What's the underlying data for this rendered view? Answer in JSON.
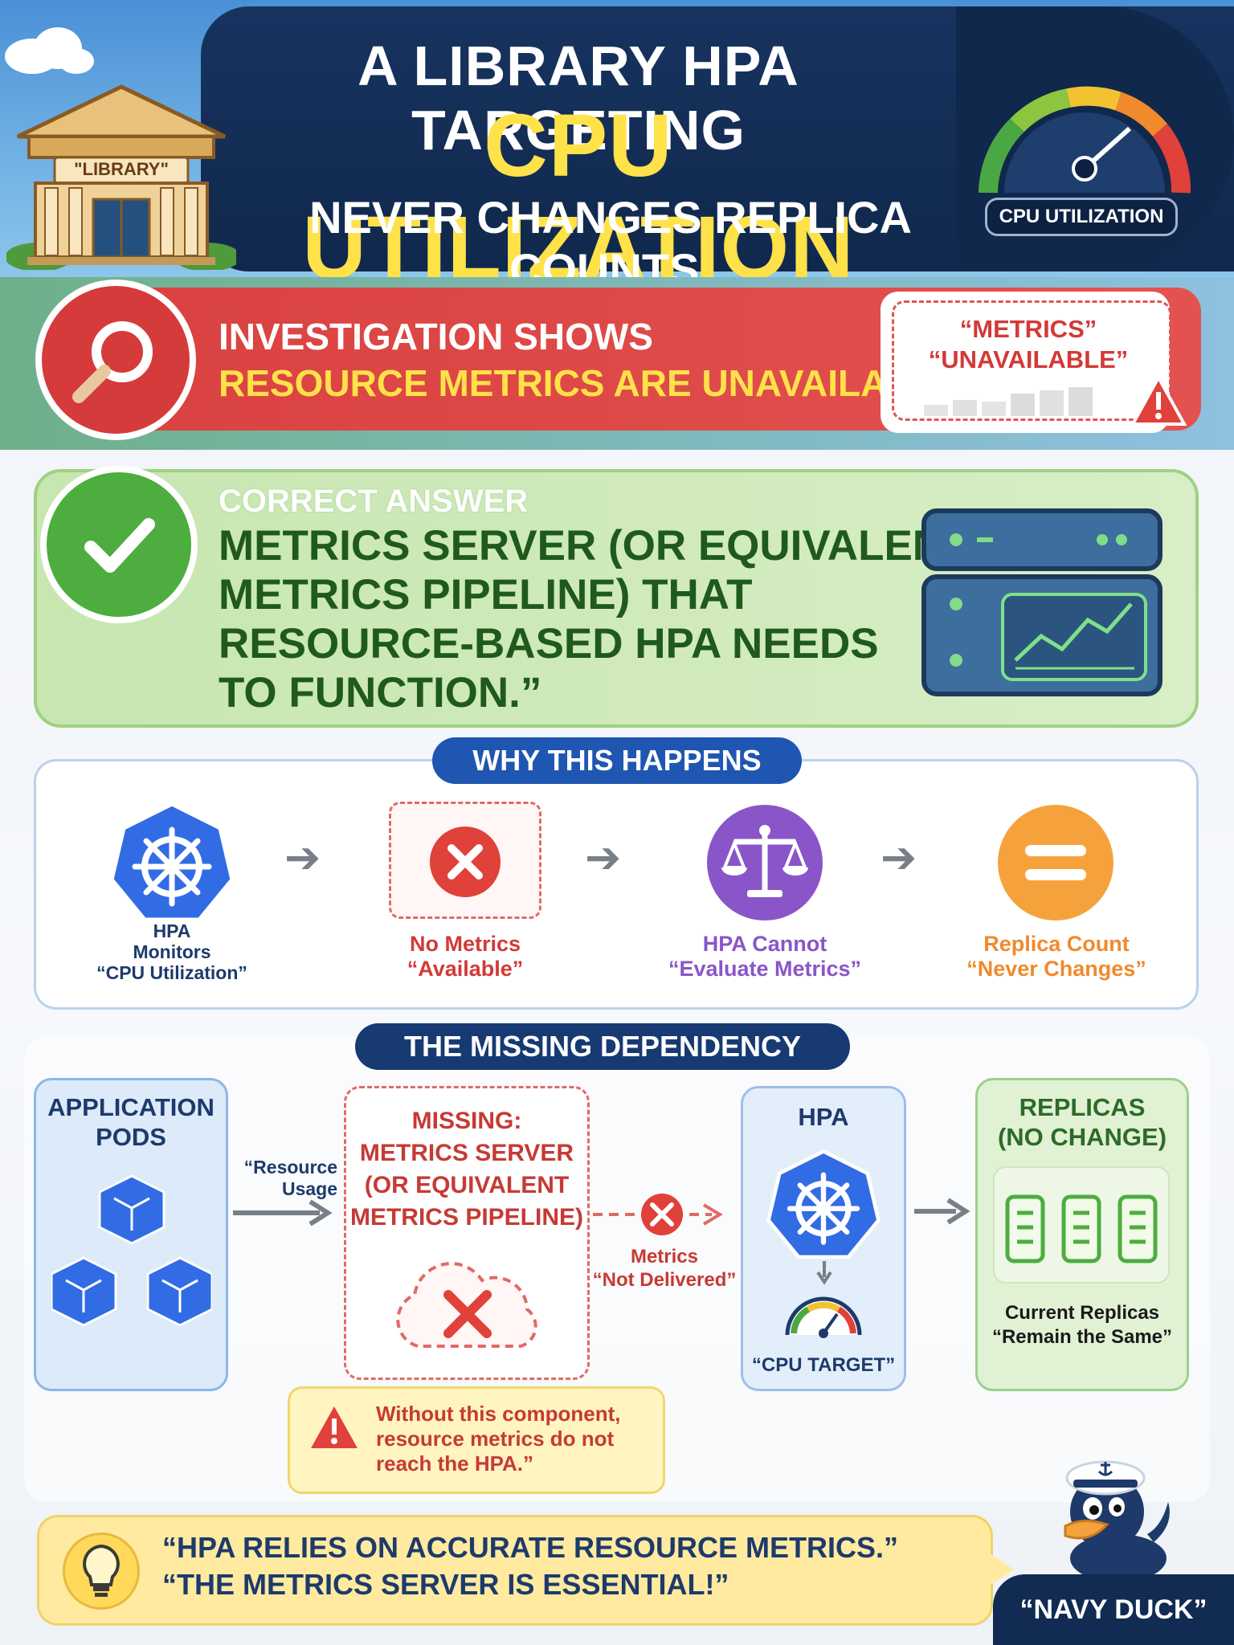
{
  "header": {
    "line1": "A LIBRARY HPA TARGETING",
    "line2": "CPU UTILIZATION",
    "line3": "NEVER CHANGES REPLICA COUNTS.",
    "library_sign": "\"LIBRARY\"",
    "gauge_label": "CPU UTILIZATION"
  },
  "investigation": {
    "line1": "INVESTIGATION SHOWS",
    "line2": "RESOURCE METRICS ARE UNAVAILABLE.",
    "badge_line1": "“METRICS”",
    "badge_line2": "“UNAVAILABLE”"
  },
  "answer": {
    "label": "CORRECT ANSWER",
    "lines": [
      "METRICS SERVER (OR EQUIVALENT",
      "METRICS PIPELINE) THAT",
      "RESOURCE-BASED HPA NEEDS",
      "TO FUNCTION.”"
    ]
  },
  "why": {
    "title": "WHY THIS HAPPENS",
    "steps": [
      {
        "lines": [
          "HPA",
          "Monitors",
          "“CPU Utilization”"
        ]
      },
      {
        "lines": [
          "No Metrics",
          "“Available”"
        ]
      },
      {
        "lines": [
          "HPA Cannot",
          "“Evaluate Metrics”"
        ]
      },
      {
        "lines": [
          "Replica Count",
          "“Never Changes”"
        ]
      }
    ]
  },
  "dependency": {
    "title": "THE MISSING DEPENDENCY",
    "pods_title": [
      "APPLICATION",
      "PODS"
    ],
    "resource_usage": [
      "“Resource",
      "Usage"
    ],
    "missing_title": [
      "MISSING:",
      "METRICS SERVER",
      "(OR EQUIVALENT",
      "METRICS PIPELINE)"
    ],
    "not_delivered": [
      "Metrics",
      "“Not Delivered”"
    ],
    "hpa_title": "HPA",
    "cpu_target": "“CPU TARGET”",
    "replicas_title": [
      "REPLICAS",
      "(NO CHANGE)"
    ],
    "replicas_caption": [
      "Current Replicas",
      "“Remain the Same”"
    ],
    "warning": [
      "Without this component,",
      "resource metrics do not",
      "reach the HPA.”"
    ]
  },
  "footer": {
    "line1": "“HPA RELIES ON ACCURATE RESOURCE METRICS.”",
    "line2": "“THE METRICS SERVER IS ESSENTIAL!”",
    "mascot": "“NAVY DUCK”"
  },
  "colors": {
    "navy": "#10284c",
    "yellow": "#ffe14a",
    "red": "#d9413f",
    "green": "#4dad3e",
    "blue": "#1f56b2",
    "purple": "#8a55c8",
    "orange": "#f6a23c"
  }
}
